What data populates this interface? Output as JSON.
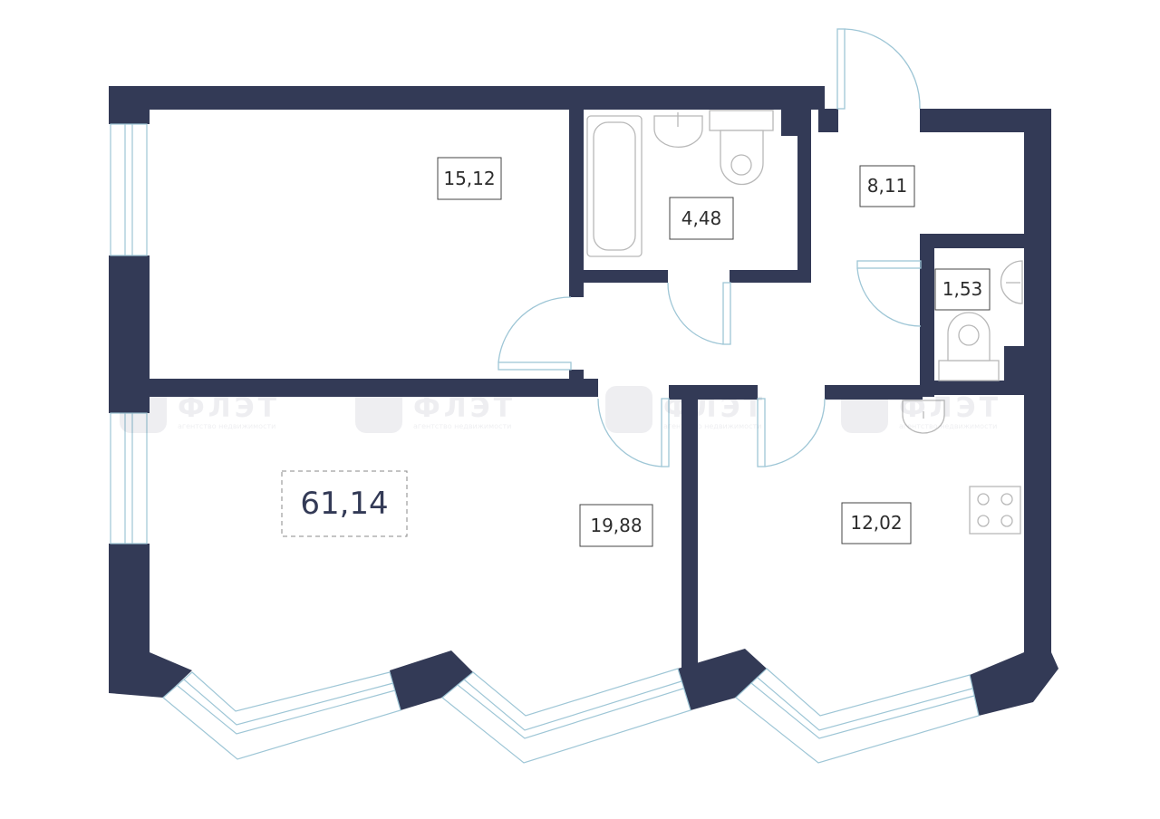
{
  "rooms": [
    {
      "id": "bedroom",
      "area": "15,12"
    },
    {
      "id": "bathroom",
      "area": "4,48"
    },
    {
      "id": "hallway",
      "area": "8,11"
    },
    {
      "id": "wc",
      "area": "1,53"
    },
    {
      "id": "living-room",
      "area": "19,88"
    },
    {
      "id": "kitchen",
      "area": "12,02"
    }
  ],
  "total_area": "61,14",
  "watermark": {
    "brand": "ФЛЭТ",
    "tagline": "агентство недвижимости"
  },
  "colors": {
    "wall": "#333a56",
    "window": "#9ec6d6",
    "fixture": "#b8b8b8"
  }
}
